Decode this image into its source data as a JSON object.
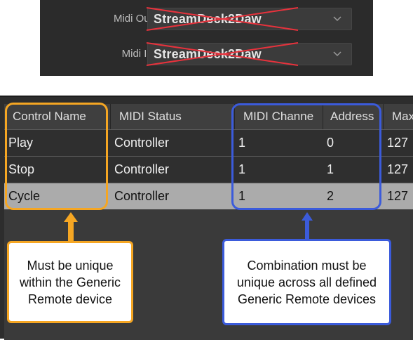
{
  "ports": {
    "midi_out_label": "Midi Out port:",
    "midi_out_value": "StreamDeck2Daw",
    "midi_in_label": "Midi In port:",
    "midi_in_value": "StreamDeck2Daw"
  },
  "table": {
    "headers": [
      "Control Name",
      "MIDI Status",
      "MIDI Channe",
      "Address",
      "Max"
    ],
    "rows": [
      [
        "Play",
        "Controller",
        "1",
        "0",
        "127"
      ],
      [
        "Stop",
        "Controller",
        "1",
        "1",
        "127"
      ],
      [
        "Cycle",
        "Controller",
        "1",
        "2",
        "127"
      ]
    ],
    "selected_row": 2
  },
  "annotations": {
    "control_name_note": "Must be unique within the Generic Remote device",
    "channel_address_note": "Combination must be unique across all defined Generic Remote devices"
  },
  "colors": {
    "orange_highlight": "#f5a623",
    "blue_highlight": "#3b5bdb",
    "cross_out": "#e8323c"
  }
}
